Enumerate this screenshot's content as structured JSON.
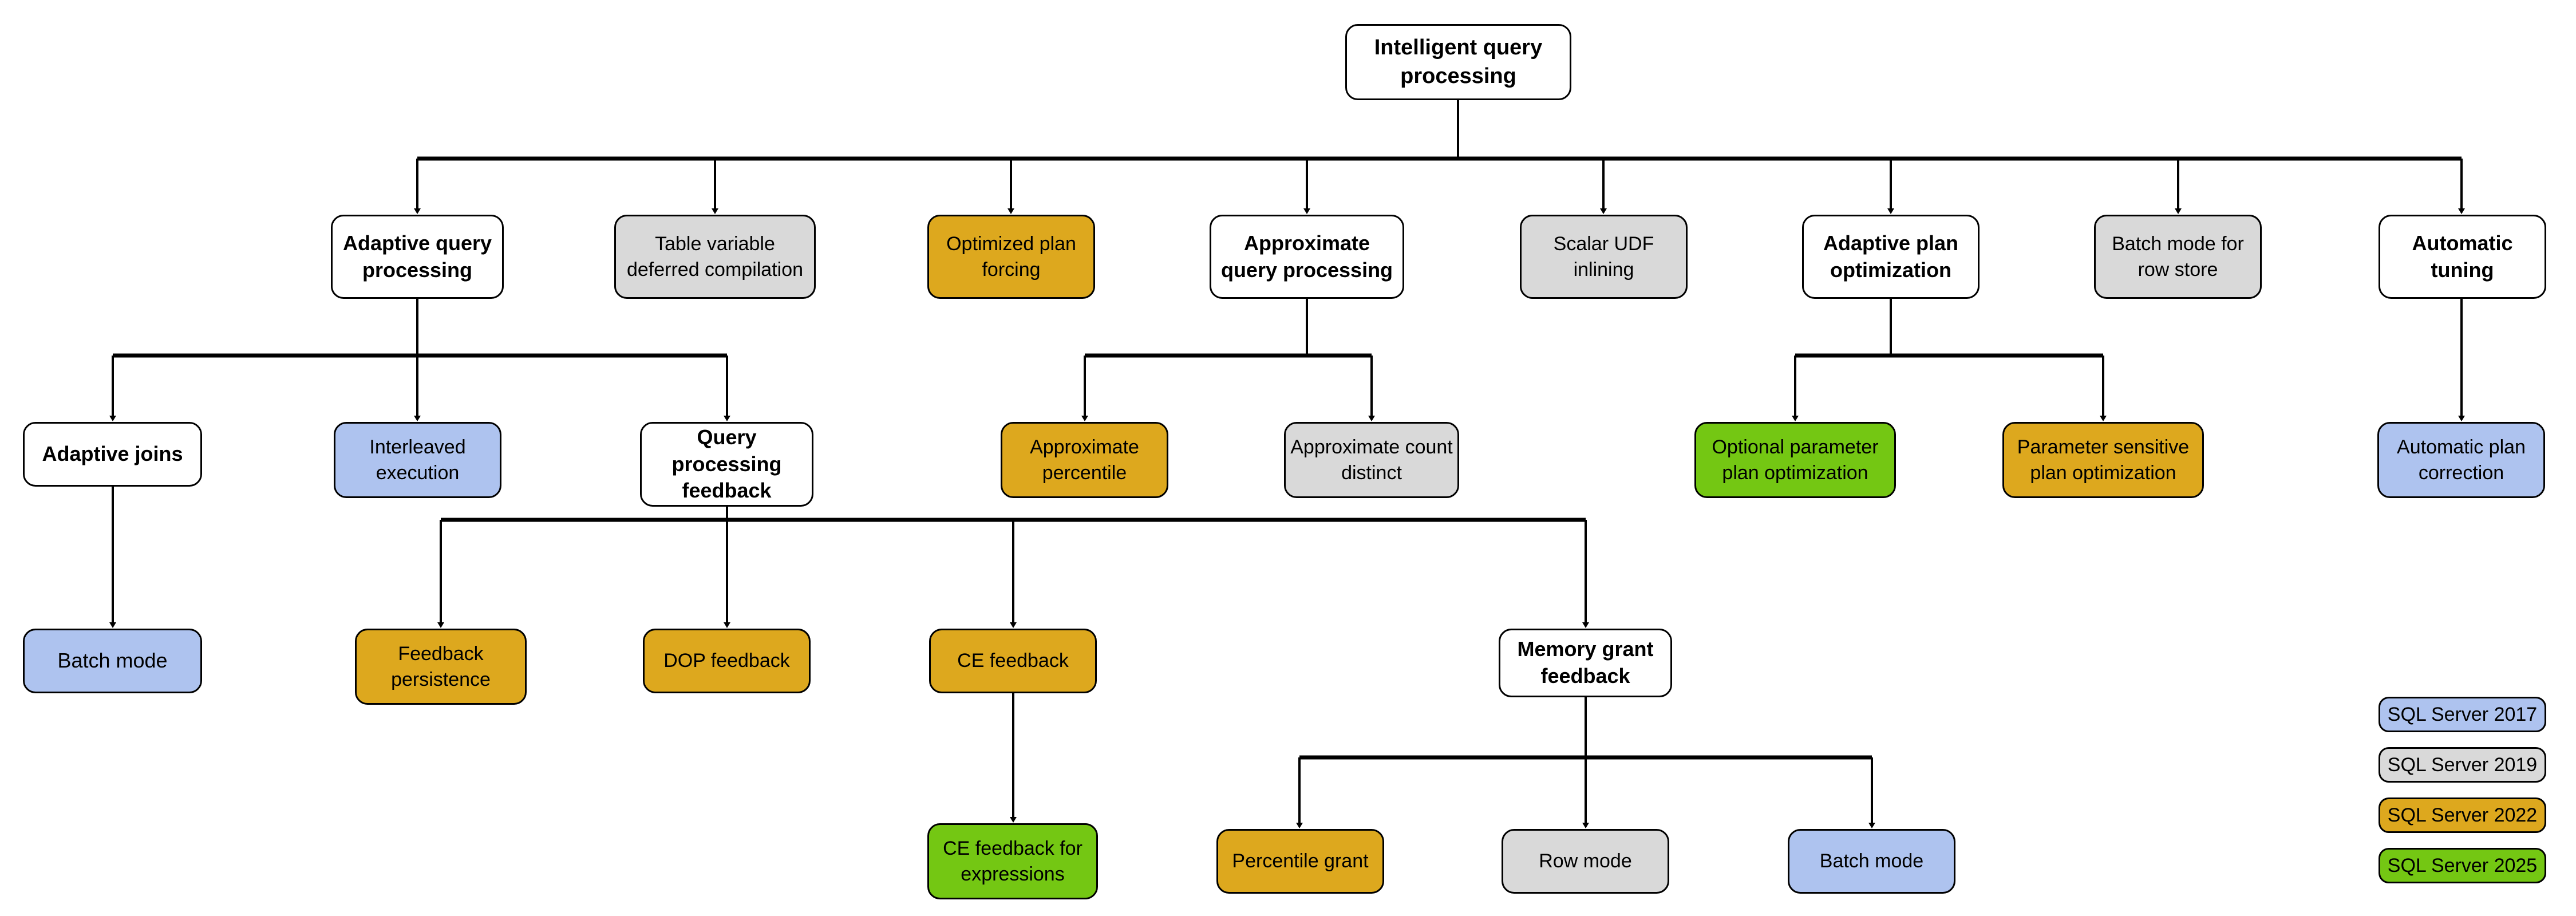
{
  "diagram": {
    "title": "Intelligent query processing feature family tree",
    "colors": {
      "white": "#ffffff",
      "gray": "#d9d9d9",
      "orange": "#dda81e",
      "blue": "#aec3ef",
      "green": "#74c713",
      "stroke": "#000000"
    },
    "root": {
      "label": "Intelligent query processing"
    },
    "nodes": [
      {
        "id": "iqp",
        "label": "Intelligent query processing",
        "color": "white",
        "bold": true
      },
      {
        "id": "aqp",
        "label": "Adaptive query processing",
        "color": "white",
        "bold": true
      },
      {
        "id": "tvdc",
        "label": "Table variable deferred compilation",
        "color": "gray",
        "bold": false
      },
      {
        "id": "opf",
        "label": "Optimized plan forcing",
        "color": "orange",
        "bold": false
      },
      {
        "id": "approxqp",
        "label": "Approximate query processing",
        "color": "white",
        "bold": true
      },
      {
        "id": "sudf",
        "label": "Scalar UDF inlining",
        "color": "gray",
        "bold": false
      },
      {
        "id": "apo",
        "label": "Adaptive plan optimization",
        "color": "white",
        "bold": true
      },
      {
        "id": "bmrs",
        "label": "Batch mode for row store",
        "color": "gray",
        "bold": false
      },
      {
        "id": "autotune",
        "label": "Automatic tuning",
        "color": "white",
        "bold": true
      },
      {
        "id": "ajoins",
        "label": "Adaptive joins",
        "color": "white",
        "bold": true
      },
      {
        "id": "interleaved",
        "label": "Interleaved execution",
        "color": "blue",
        "bold": false
      },
      {
        "id": "qpf",
        "label": "Query processing feedback",
        "color": "white",
        "bold": true
      },
      {
        "id": "apctl",
        "label": "Approximate percentile",
        "color": "orange",
        "bold": false
      },
      {
        "id": "acd",
        "label": "Approximate count distinct",
        "color": "gray",
        "bold": false
      },
      {
        "id": "oppo",
        "label": "Optional parameter plan optimization",
        "color": "green",
        "bold": false
      },
      {
        "id": "pspo",
        "label": "Parameter sensitive plan optimization",
        "color": "orange",
        "bold": false
      },
      {
        "id": "apc",
        "label": "Automatic plan correction",
        "color": "blue",
        "bold": false
      },
      {
        "id": "bm1",
        "label": "Batch mode",
        "color": "blue",
        "bold": false
      },
      {
        "id": "fbpers",
        "label": "Feedback persistence",
        "color": "orange",
        "bold": false
      },
      {
        "id": "dopfb",
        "label": "DOP feedback",
        "color": "orange",
        "bold": false
      },
      {
        "id": "cefb",
        "label": "CE feedback",
        "color": "orange",
        "bold": false
      },
      {
        "id": "mgf",
        "label": "Memory grant feedback",
        "color": "white",
        "bold": true
      },
      {
        "id": "cefbexpr",
        "label": "CE feedback for expressions",
        "color": "green",
        "bold": false
      },
      {
        "id": "pctgrant",
        "label": "Percentile grant",
        "color": "orange",
        "bold": false
      },
      {
        "id": "rowmode",
        "label": "Row mode",
        "color": "gray",
        "bold": false
      },
      {
        "id": "bm2",
        "label": "Batch mode",
        "color": "blue",
        "bold": false
      }
    ],
    "edges": [
      {
        "from": "iqp",
        "to": "aqp"
      },
      {
        "from": "iqp",
        "to": "tvdc"
      },
      {
        "from": "iqp",
        "to": "opf"
      },
      {
        "from": "iqp",
        "to": "approxqp"
      },
      {
        "from": "iqp",
        "to": "sudf"
      },
      {
        "from": "iqp",
        "to": "apo"
      },
      {
        "from": "iqp",
        "to": "bmrs"
      },
      {
        "from": "iqp",
        "to": "autotune"
      },
      {
        "from": "aqp",
        "to": "ajoins"
      },
      {
        "from": "aqp",
        "to": "interleaved"
      },
      {
        "from": "aqp",
        "to": "qpf"
      },
      {
        "from": "approxqp",
        "to": "apctl"
      },
      {
        "from": "approxqp",
        "to": "acd"
      },
      {
        "from": "apo",
        "to": "oppo"
      },
      {
        "from": "apo",
        "to": "pspo"
      },
      {
        "from": "autotune",
        "to": "apc"
      },
      {
        "from": "ajoins",
        "to": "bm1"
      },
      {
        "from": "qpf",
        "to": "fbpers"
      },
      {
        "from": "qpf",
        "to": "dopfb"
      },
      {
        "from": "qpf",
        "to": "cefb"
      },
      {
        "from": "qpf",
        "to": "mgf"
      },
      {
        "from": "cefb",
        "to": "cefbexpr"
      },
      {
        "from": "mgf",
        "to": "pctgrant"
      },
      {
        "from": "mgf",
        "to": "rowmode"
      },
      {
        "from": "mgf",
        "to": "bm2"
      }
    ],
    "legend": {
      "items": [
        {
          "label": "SQL Server 2017",
          "color": "blue"
        },
        {
          "label": "SQL Server 2019",
          "color": "gray"
        },
        {
          "label": "SQL Server 2022",
          "color": "orange"
        },
        {
          "label": "SQL Server 2025",
          "color": "green"
        }
      ]
    }
  }
}
